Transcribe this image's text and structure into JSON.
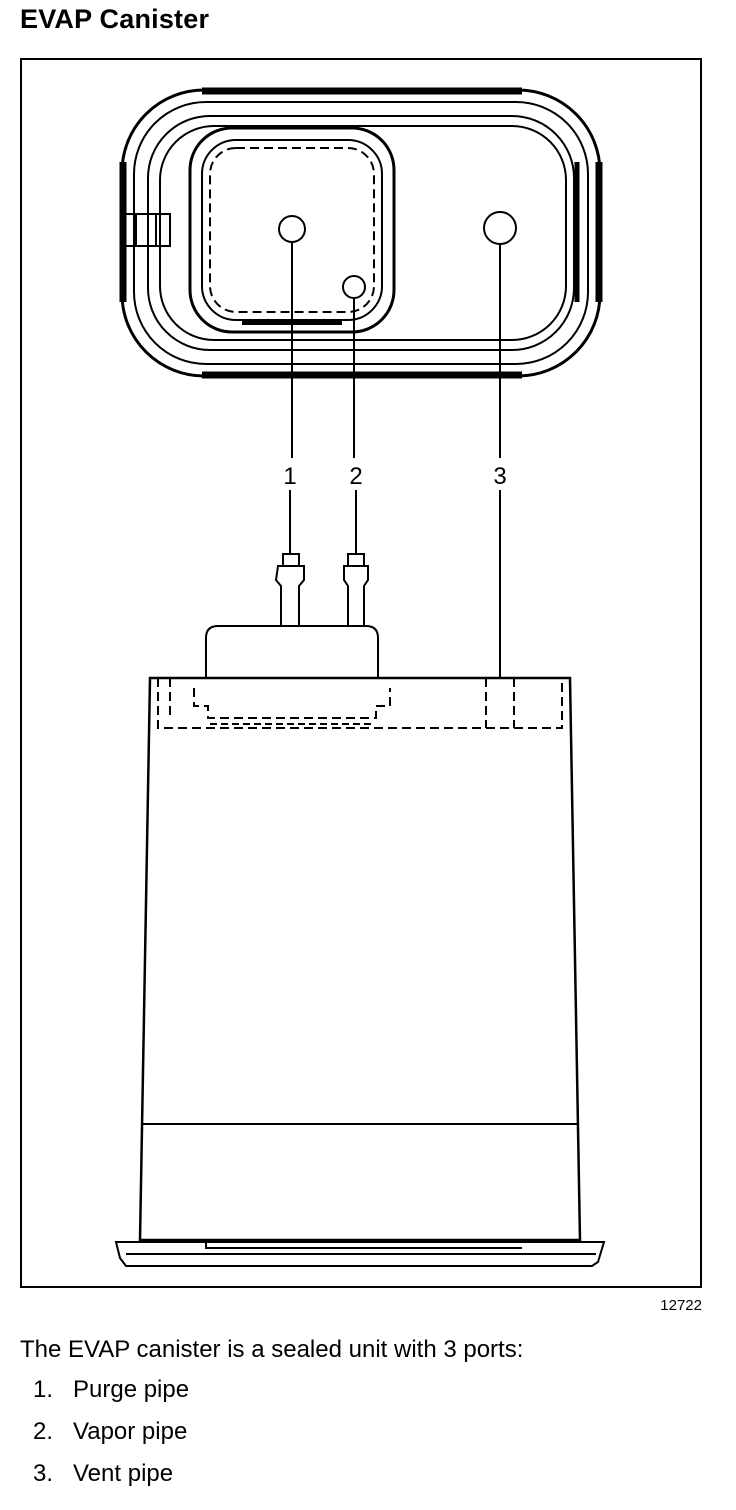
{
  "page": {
    "title": "EVAP Canister",
    "figure_id": "12722",
    "description": "The EVAP canister is a sealed unit with 3 ports:"
  },
  "diagram": {
    "callouts": [
      {
        "number": "1",
        "label": "Purge pipe"
      },
      {
        "number": "2",
        "label": "Vapor pipe"
      },
      {
        "number": "3",
        "label": "Vent pipe"
      }
    ]
  },
  "ports_list": [
    {
      "number": "1.",
      "label": "Purge pipe"
    },
    {
      "number": "2.",
      "label": "Vapor pipe"
    },
    {
      "number": "3.",
      "label": "Vent pipe"
    }
  ],
  "colors": {
    "line": "#000000",
    "background": "#ffffff"
  }
}
